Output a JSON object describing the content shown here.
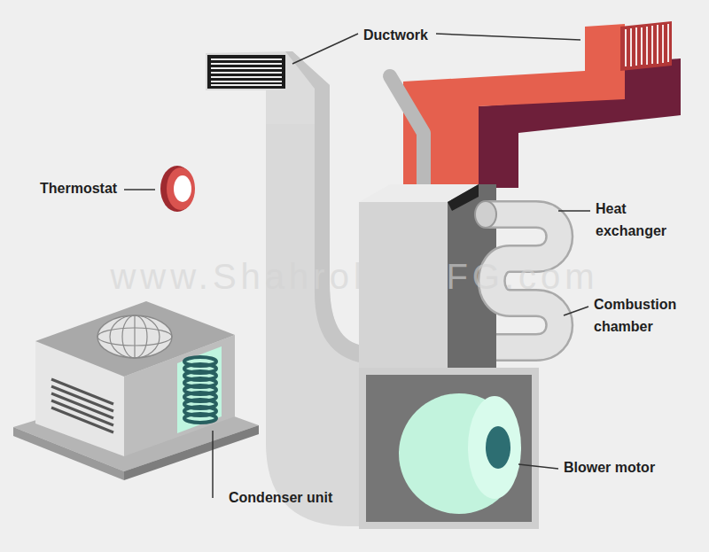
{
  "diagram": {
    "labels": [
      "Ductwork",
      "Thermostat",
      "Heat exchanger",
      "www.ShahrokhiMFG.com",
      "Combustion chamber",
      "Blower motor",
      "Condenser unit"
    ]
  }
}
